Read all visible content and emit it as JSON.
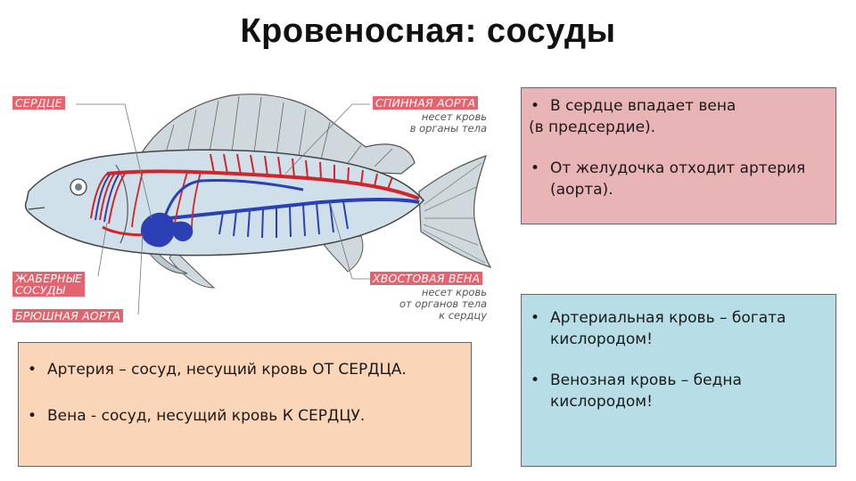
{
  "title": "Кровеносная: сосуды",
  "diagram": {
    "labels": {
      "heart": "СЕРДЦЕ",
      "dorsal_aorta": "СПИННАЯ АОРТА",
      "dorsal_aorta_note_1": "несет кровь",
      "dorsal_aorta_note_2": "в органы тела",
      "gill_vessels_1": "ЖАБЕРНЫЕ",
      "gill_vessels_2": "СОСУДЫ",
      "ventral_aorta": "БРЮШНАЯ АОРТА",
      "tail_vein": "ХВОСТОВАЯ ВЕНА",
      "tail_vein_note_1": "несет кровь",
      "tail_vein_note_2": "от органов тела",
      "tail_vein_note_3": "к сердцу"
    },
    "colors": {
      "artery": "#d0262b",
      "vein": "#2a40b4",
      "body": "#cfe0ea",
      "label_bg": "#e4636e"
    }
  },
  "box_pink": {
    "bullet": "•",
    "item1_line1": "В сердце впадает вена",
    "item1_line2": "(в предсердие).",
    "item2_line1": "От желудочка отходит артерия",
    "item2_line2": "(аорта).",
    "color": "#e8b4b6"
  },
  "box_peach": {
    "bullet": "•",
    "item1": "Артерия – сосуд, несущий  кровь ОТ СЕРДЦА.",
    "item2": "Вена - сосуд, несущий  кровь К СЕРДЦУ.",
    "color": "#fbd5b7"
  },
  "box_blue": {
    "bullet": "•",
    "item1_line1": "Артериальная кровь – богата",
    "item1_line2": "кислородом!",
    "item2_line1": "Венозная кровь – бедна",
    "item2_line2": "кислородом!",
    "color": "#b7dde7"
  }
}
